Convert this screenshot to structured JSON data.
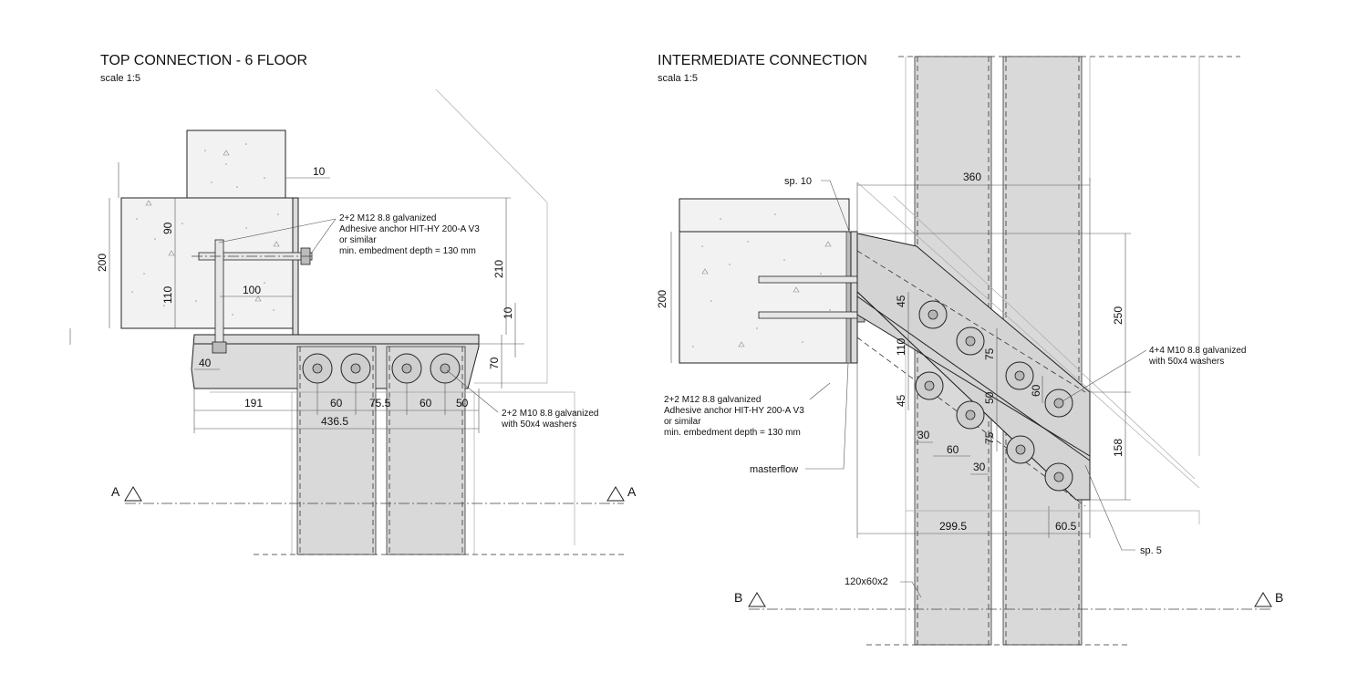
{
  "left": {
    "title": "TOP CONNECTION - 6 FLOOR",
    "scale": "scale 1:5",
    "dims": {
      "d10_top": "10",
      "d200": "200",
      "d90": "90",
      "d110": "110",
      "d100": "100",
      "d210": "210",
      "d10_right": "10",
      "d70": "70",
      "d40": "40",
      "d191": "191",
      "d60a": "60",
      "d75_5": "75.5",
      "d60b": "60",
      "d50": "50",
      "d436_5": "436.5"
    },
    "anchor_note": [
      "2+2 M12 8.8 galvanized",
      "Adhesive anchor HIT-HY 200-A V3",
      "or similar",
      "min. embedment depth = 130 mm"
    ],
    "bolt_note": [
      "2+2 M10 8.8 galvanized",
      "with 50x4 washers"
    ],
    "section_label": "A"
  },
  "right": {
    "title": "INTERMEDIATE CONNECTION",
    "scale": "scala 1:5",
    "dims": {
      "d360": "360",
      "d200": "200",
      "d250": "250",
      "d45a": "45",
      "d110": "110",
      "d45b": "45",
      "d75a": "75",
      "d50": "50",
      "d75b": "75",
      "d60v": "60",
      "d158": "158",
      "d30a": "30",
      "d60h": "60",
      "d30b": "30",
      "d299_5": "299.5",
      "d60_5": "60.5"
    },
    "sp10": "sp. 10",
    "sp5": "sp. 5",
    "masterflow": "masterflow",
    "tube_label": "120x60x2",
    "anchor_note": [
      "2+2 M12 8.8 galvanized",
      "Adhesive anchor HIT-HY 200-A V3",
      "or similar",
      "min. embedment depth = 130 mm"
    ],
    "bolt_note": [
      "4+4 M10 8.8 galvanized",
      "with 50x4 washers"
    ],
    "section_label": "B"
  }
}
